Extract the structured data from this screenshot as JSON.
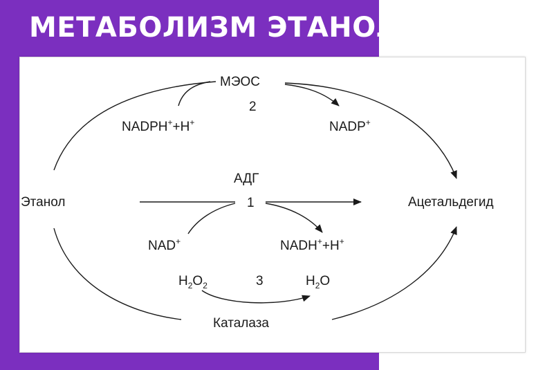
{
  "header": {
    "title": "МЕТАБОЛИЗМ ЭТАНОЛА"
  },
  "colors": {
    "accent": "#7b2fbf",
    "ink": "#1a1a1a"
  },
  "diagram": {
    "substrate": "Этанол",
    "product": "Ацетальдегид",
    "pathway_1": {
      "enzyme": "АДГ",
      "number": "1",
      "cofactor_in": {
        "base": "NAD",
        "sup": "+"
      },
      "cofactor_out": {
        "base": "NADH",
        "sup": "+",
        "plus": "+H",
        "sup2": "+"
      }
    },
    "pathway_2": {
      "enzyme": "МЭОС",
      "number": "2",
      "cofactor_in": {
        "base": "NADPH",
        "sup": "+",
        "plus": "+H",
        "sup2": "+"
      },
      "cofactor_out": {
        "base": "NADP",
        "sup": "+"
      }
    },
    "pathway_3": {
      "enzyme": "Каталаза",
      "number": "3",
      "cofactor_in": {
        "p1": "H",
        "sub1": "2",
        "p2": "O",
        "sub2": "2"
      },
      "cofactor_out": {
        "p1": "H",
        "sub1": "2",
        "p2": "O"
      }
    }
  }
}
